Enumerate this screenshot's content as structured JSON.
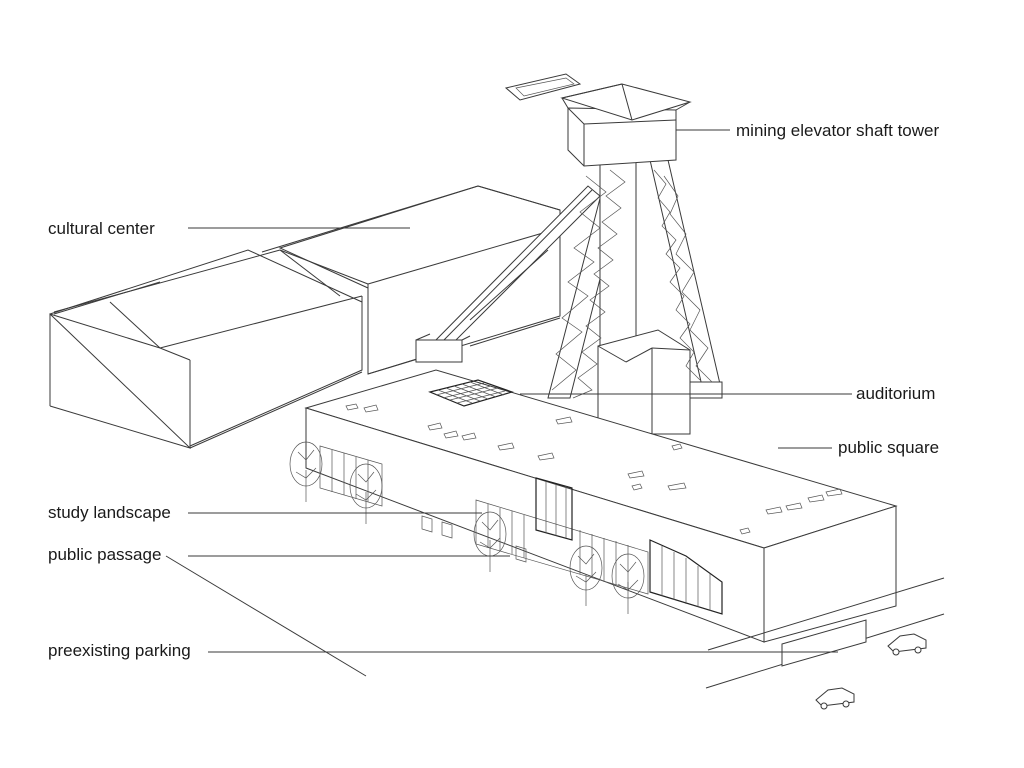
{
  "diagram": {
    "labels": {
      "tower": "mining elevator shaft tower",
      "cultural": "cultural center",
      "auditorium": "auditorium",
      "square": "public square",
      "study": "study landscape",
      "passage": "public passage",
      "parking": "preexisting parking"
    },
    "colors": {
      "line": "#3a3a3a",
      "text": "#1a1a1a",
      "background": "#ffffff"
    }
  }
}
